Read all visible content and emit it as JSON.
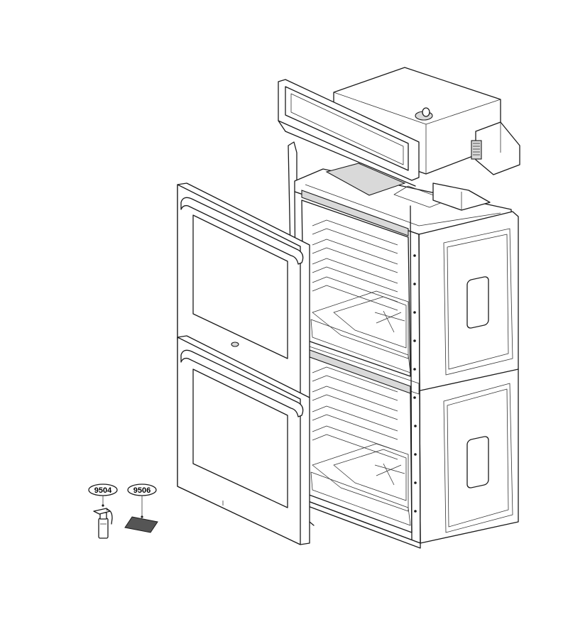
{
  "callouts": [
    {
      "id": "9504",
      "label": "9504",
      "part": "spray-bottle"
    },
    {
      "id": "9506",
      "label": "9506",
      "part": "cleaning-pad"
    }
  ],
  "colors": {
    "line": "#1a1a1a",
    "background": "#ffffff",
    "pad": "#555555"
  }
}
